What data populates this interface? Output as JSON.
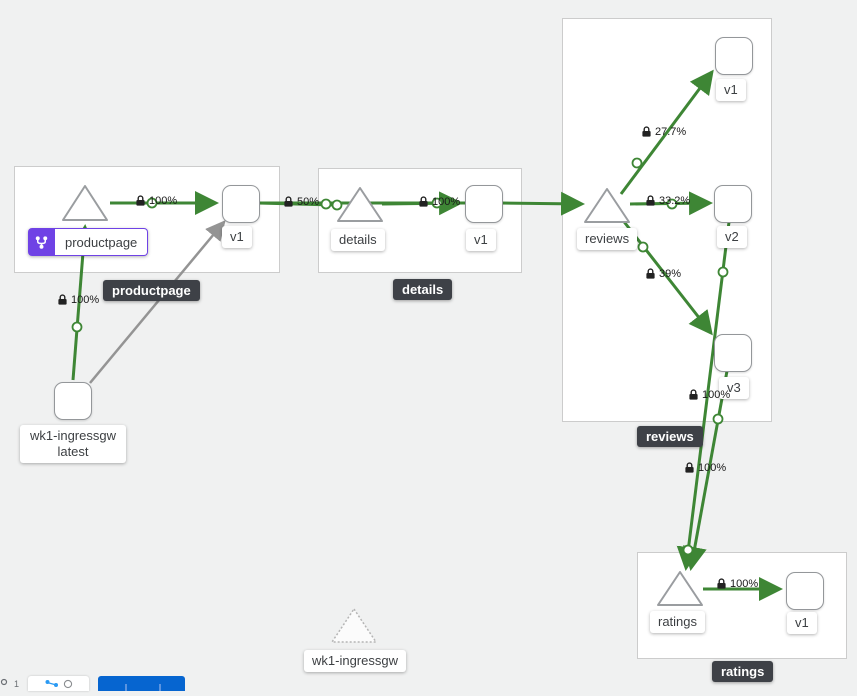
{
  "colors": {
    "edge_green": "#3e8635",
    "edge_gray": "#949494",
    "badge_purple": "#6f42e5",
    "dark_badge_bg": "#3e4147",
    "primary_button_blue": "#0665d0"
  },
  "groups": {
    "productpage": {
      "badge": "productpage"
    },
    "details": {
      "badge": "details"
    },
    "reviews": {
      "badge": "reviews"
    },
    "ratings": {
      "badge": "ratings"
    }
  },
  "nodes": {
    "productpage_service": {
      "label": "productpage"
    },
    "productpage_v1": {
      "label": "v1"
    },
    "details_service": {
      "label": "details"
    },
    "details_v1": {
      "label": "v1"
    },
    "reviews_service": {
      "label": "reviews"
    },
    "reviews_v1": {
      "label": "v1"
    },
    "reviews_v2": {
      "label": "v2"
    },
    "reviews_v3": {
      "label": "v3"
    },
    "ratings_service": {
      "label": "ratings"
    },
    "ratings_v1": {
      "label": "v1"
    },
    "ingress_workload": {
      "label_line1": "wk1-ingressgw",
      "label_line2": "latest"
    },
    "idle_service": {
      "label": "wk1-ingressgw"
    }
  },
  "edges": {
    "ingress_to_productpage": {
      "label": "100%"
    },
    "productpage_internal": {
      "label": "100%"
    },
    "productpage_to_details": {
      "label": "50%"
    },
    "details_internal": {
      "label": "100%"
    },
    "reviews_to_v1": {
      "label": "27.7%"
    },
    "reviews_to_v2": {
      "label": "33.2%"
    },
    "reviews_to_v3": {
      "label": "39%"
    },
    "reviews_v2_to_ratings": {
      "label": "100%"
    },
    "reviews_v3_to_ratings": {
      "label": "100%"
    },
    "ratings_internal": {
      "label": "100%"
    }
  }
}
